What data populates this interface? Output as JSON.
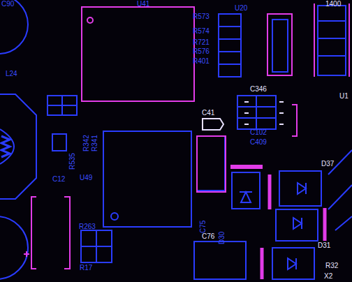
{
  "diagram": {
    "labels": [
      "C90",
      "U41",
      "R573",
      "R574",
      "R721",
      "R576",
      "R401",
      "U20",
      "1400",
      "L24",
      "R342",
      "R341",
      "R535",
      "C41",
      "C346",
      "C102",
      "C409",
      "U1",
      "C12",
      "U49",
      "C75",
      "D30",
      "D37",
      "R263",
      "C76",
      "D31",
      "R17",
      "R32",
      "X2"
    ]
  }
}
